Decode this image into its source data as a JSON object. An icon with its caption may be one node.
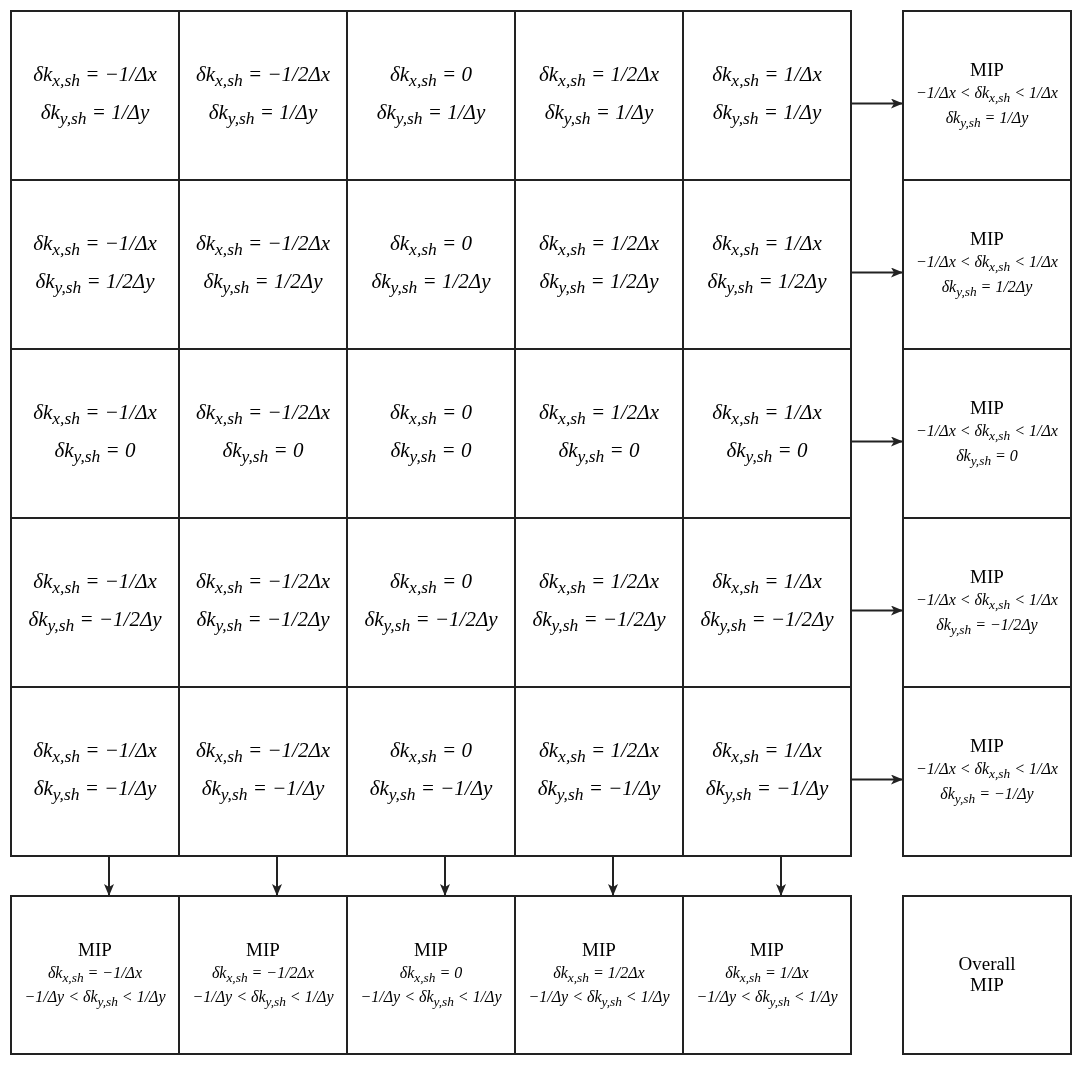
{
  "diagram": {
    "nodes": [
      {
        "text": [
          "δk$_{x,sh}$ = −1/Δx",
          "δk$_{y,sh}$ = 1/Δy"
        ]
      },
      {
        "text": [
          "δk$_{x,sh}$ = −1/2Δx",
          "δk$_{y,sh}$ = 1/Δy"
        ]
      },
      {
        "text": [
          "δk$_{x,sh}$ = 0",
          "δk$_{y,sh}$ = 1/Δy"
        ]
      },
      {
        "text": [
          "δk$_{x,sh}$ = 1/2Δx",
          "δk$_{y,sh}$ = 1/Δy"
        ]
      },
      {
        "text": [
          "δk$_{x,sh}$ = 1/Δx",
          "δk$_{y,sh}$ = 1/Δy"
        ]
      },
      {
        "text": [
          "MIP",
          "−1/Δx < δk$_{x,sh}$ < 1/Δx",
          "δk$_{y,sh}$ = 1/Δy"
        ]
      },
      {
        "text": [
          "δk$_{x,sh}$ = −1/Δx",
          "δk$_{y,sh}$ = 1/2Δy"
        ]
      },
      {
        "text": [
          "δk$_{x,sh}$ = −1/2Δx",
          "δk$_{y,sh}$ = 1/2Δy"
        ]
      },
      {
        "text": [
          "δk$_{x,sh}$ = 0",
          "δk$_{y,sh}$ = 1/2Δy"
        ]
      },
      {
        "text": [
          "δk$_{x,sh}$ = 1/2Δx",
          "δk$_{y,sh}$ = 1/2Δy"
        ]
      },
      {
        "text": [
          "δk$_{x,sh}$ = 1/Δx",
          "δk$_{y,sh}$ = 1/2Δy"
        ]
      },
      {
        "text": [
          "MIP",
          "−1/Δx < δk$_{x,sh}$ < 1/Δx",
          "δk$_{y,sh}$ = 1/2Δy"
        ]
      },
      {
        "text": [
          "δk$_{x,sh}$ = −1/Δx",
          "δk$_{y,sh}$ = 0"
        ]
      },
      {
        "text": [
          "δk$_{x,sh}$ = −1/2Δx",
          "δk$_{y,sh}$ = 0"
        ]
      },
      {
        "text": [
          "δk$_{x,sh}$ = 0",
          "δk$_{y,sh}$ = 0"
        ]
      },
      {
        "text": [
          "δk$_{x,sh}$ = 1/2Δx",
          "δk$_{y,sh}$ = 0"
        ]
      },
      {
        "text": [
          "δk$_{x,sh}$ = 1/Δx",
          "δk$_{y,sh}$ = 0"
        ]
      },
      {
        "text": [
          "MIP",
          "−1/Δx < δk$_{x,sh}$ < 1/Δx",
          "δk$_{y,sh}$ = 0"
        ]
      },
      {
        "text": [
          "δk$_{x,sh}$ = −1/Δx",
          "δk$_{y,sh}$ = −1/2Δy"
        ]
      },
      {
        "text": [
          "δk$_{x,sh}$ = −1/2Δx",
          "δk$_{y,sh}$ = −1/2Δy"
        ]
      },
      {
        "text": [
          "δk$_{x,sh}$ = 0",
          "δk$_{y,sh}$ = −1/2Δy"
        ]
      },
      {
        "text": [
          "δk$_{x,sh}$ = 1/2Δx",
          "δk$_{y,sh}$ = −1/2Δy"
        ]
      },
      {
        "text": [
          "δk$_{x,sh}$ = 1/Δx",
          "δk$_{y,sh}$ = −1/2Δy"
        ]
      },
      {
        "text": [
          "MIP",
          "−1/Δx < δk$_{x,sh}$ < 1/Δx",
          "δk$_{y,sh}$ = −1/2Δy"
        ]
      },
      {
        "text": [
          "δk$_{x,sh}$ = −1/Δx",
          "δk$_{y,sh}$ = −1/Δy"
        ]
      },
      {
        "text": [
          "δk$_{x,sh}$ = −1/2Δx",
          "δk$_{y,sh}$ = −1/Δy"
        ]
      },
      {
        "text": [
          "δk$_{x,sh}$ = 0",
          "δk$_{y,sh}$ = −1/Δy"
        ]
      },
      {
        "text": [
          "δk$_{x,sh}$ = 1/2Δx",
          "δk$_{y,sh}$ = −1/Δy"
        ]
      },
      {
        "text": [
          "δk$_{x,sh}$ = 1/Δx",
          "δk$_{y,sh}$ = −1/Δy"
        ]
      },
      {
        "text": [
          "MIP",
          "−1/Δx < δk$_{x,sh}$ < 1/Δx",
          "δk$_{y,sh}$ = −1/Δy"
        ]
      },
      {
        "text": [
          "MIP",
          "δk$_{x,sh}$ = −1/Δx",
          "−1/Δy < δk$_{y,sh}$ < 1/Δy"
        ]
      },
      {
        "text": [
          "MIP",
          "δk$_{x,sh}$ = −1/2Δx",
          "−1/Δy < δk$_{y,sh}$ < 1/Δy"
        ]
      },
      {
        "text": [
          "MIP",
          "δk$_{x,sh}$ = 0",
          "−1/Δy < δk$_{y,sh}$ < 1/Δy"
        ]
      },
      {
        "text": [
          "MIP",
          "δk$_{x,sh}$ = 1/2Δx",
          "−1/Δy < δk$_{y,sh}$ < 1/Δy"
        ]
      },
      {
        "text": [
          "MIP",
          "δk$_{x,sh}$ = 1/Δx",
          "−1/Δy < δk$_{y,sh}$ < 1/Δy"
        ]
      },
      {
        "text": [
          "Overall MIP"
        ]
      }
    ],
    "edges": [
      {
        "from": 4,
        "to": 5,
        "arrow": "to"
      },
      {
        "from": 10,
        "to": 11,
        "arrow": "to"
      },
      {
        "from": 16,
        "to": 17,
        "arrow": "to"
      },
      {
        "from": 22,
        "to": 23,
        "arrow": "to"
      },
      {
        "from": 28,
        "to": 29,
        "arrow": "to"
      },
      {
        "from": 24,
        "to": 30,
        "arrow": "to"
      },
      {
        "from": 25,
        "to": 31,
        "arrow": "to"
      },
      {
        "from": 26,
        "to": 32,
        "arrow": "to"
      },
      {
        "from": 27,
        "to": 33,
        "arrow": "to"
      },
      {
        "from": 28,
        "to": 34,
        "arrow": "to"
      }
    ]
  }
}
